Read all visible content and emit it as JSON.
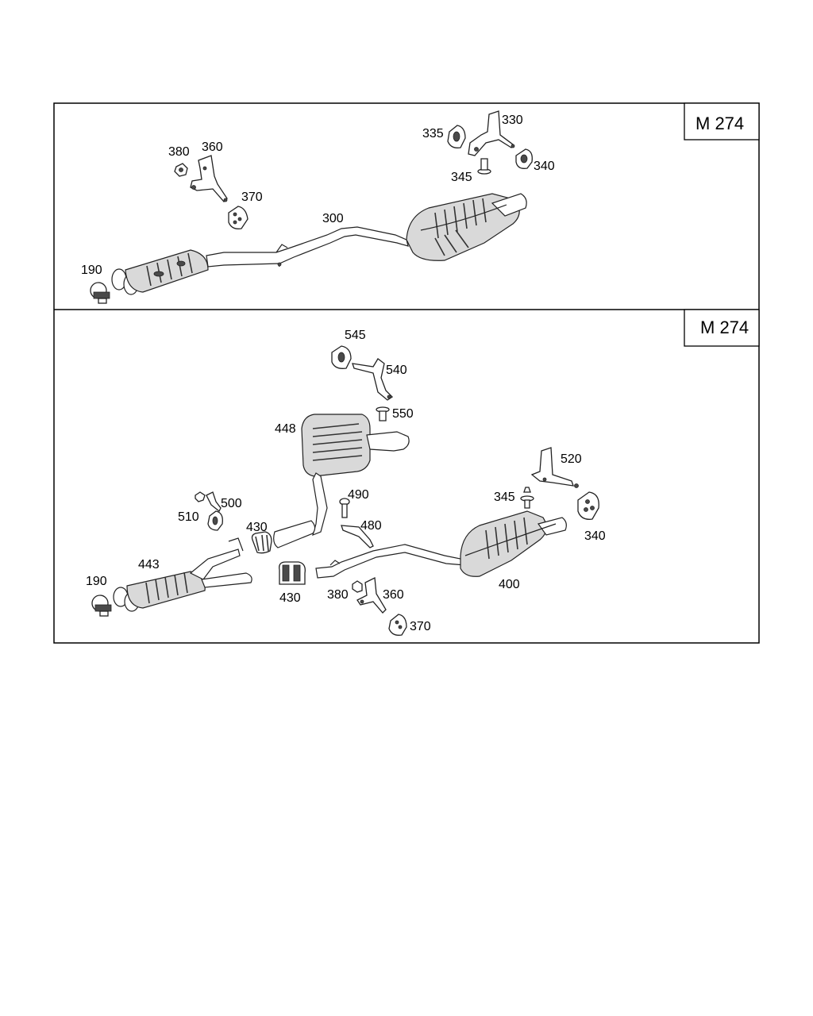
{
  "panels": [
    {
      "title": "M 274",
      "labels": [
        "190",
        "380",
        "360",
        "370",
        "300",
        "335",
        "330",
        "345",
        "340"
      ]
    },
    {
      "title": "M 274",
      "labels": [
        "545",
        "540",
        "550",
        "448",
        "500",
        "510",
        "490",
        "480",
        "430",
        "443",
        "190",
        "430",
        "380",
        "360",
        "370",
        "520",
        "345",
        "340",
        "400"
      ]
    }
  ]
}
